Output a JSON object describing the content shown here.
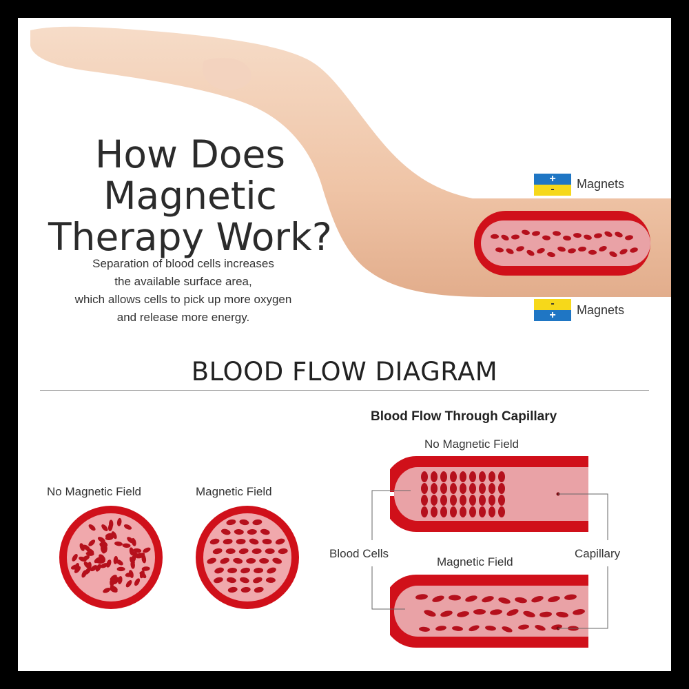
{
  "header": {
    "title_lines": [
      "How Does",
      "Magnetic",
      "Therapy Work?"
    ],
    "description_lines": [
      "Separation of blood cells increases",
      "the available surface area,",
      "which allows cells to pick up more oxygen",
      "and release more energy."
    ]
  },
  "magnets": {
    "top_label": "Magnets",
    "bottom_label": "Magnets",
    "plus_symbol": "+",
    "minus_symbol": "-"
  },
  "section": {
    "title": "BLOOD FLOW DIAGRAM"
  },
  "circles": {
    "left_label": "No Magnetic Field",
    "right_label": "Magnetic Field"
  },
  "capillary": {
    "title": "Blood Flow Through Capillary",
    "top_label": "No Magnetic Field",
    "bottom_label": "Magnetic Field",
    "blood_cells_label": "Blood Cells",
    "capillary_label": "Capillary"
  },
  "colors": {
    "vessel_red": "#d0101a",
    "vessel_inner": "#e9a2a6",
    "cell_red": "#b5101c",
    "skin": "#f1c9ae",
    "magnet_blue": "#1f76c4",
    "magnet_yellow": "#f6d81a"
  }
}
